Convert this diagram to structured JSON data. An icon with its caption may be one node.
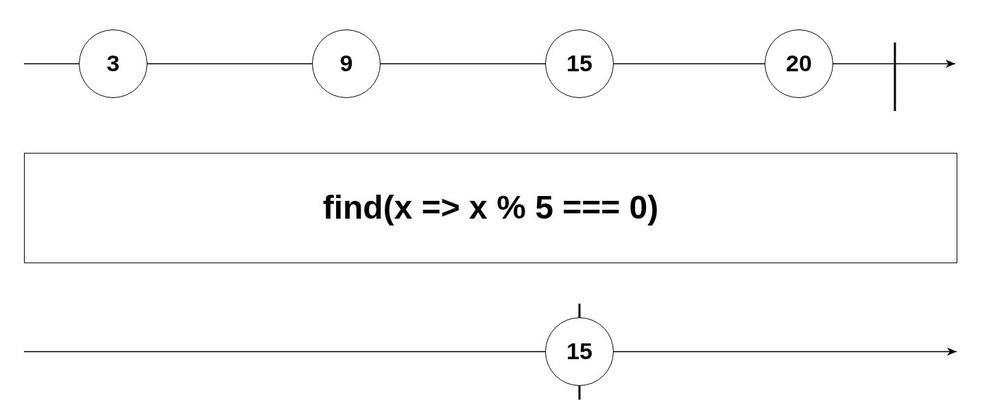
{
  "diagram": {
    "nodes": [
      {
        "text": [
          "3"
        ]
      },
      {
        "text": [
          "9"
        ]
      },
      {
        "text": [
          "15"
        ]
      },
      {
        "text": [
          "20"
        ]
      },
      {
        "text": [
          "find(x => x % 5 === 0)"
        ]
      },
      {
        "text": [
          "15"
        ]
      }
    ]
  }
}
